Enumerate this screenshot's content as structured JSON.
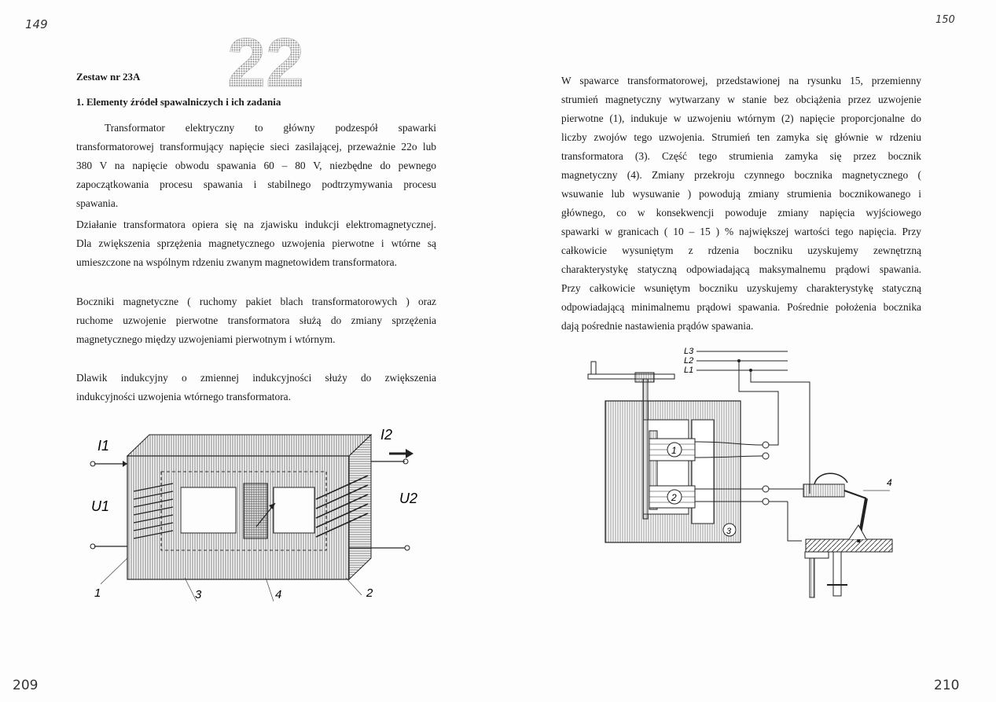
{
  "page_marks": {
    "left_top": "149",
    "right_top": "150",
    "left_bottom": "209",
    "right_bottom": "210"
  },
  "stamp_number": "22",
  "left_page": {
    "set_title": "Zestaw nr 23A",
    "section_heading": "1. Elementy źródeł spawalniczych i ich zadania",
    "paragraph1": [
      "Transformator elektryczny to główny podzespół spawarki",
      "transformatorowej transformujący napięcie sieci zasilającej, przeważnie 22o lub",
      "380 V na napięcie obwodu spawania 60 – 80 V, niezbędne do pewnego",
      "zapoczątkowania procesu spawania i stabilnego podtrzymywania procesu",
      "spawania."
    ],
    "paragraph2": [
      "Działanie transformatora opiera się na zjawisku indukcji elektromagnetycznej.",
      "Dla zwiększenia sprzężenia magnetycznego uzwojenia pierwotne i wtórne są",
      "umieszczone na wspólnym rdzeniu zwanym magnetowidem transformatora."
    ],
    "paragraph3": [
      "Boczniki magnetyczne ( ruchomy pakiet blach transformatorowych ) oraz",
      "ruchome uzwojenie pierwotne transformatora służą do zmiany sprzężenia",
      "magnetycznego między uzwojeniami pierwotnym i wtórnym."
    ],
    "paragraph4": [
      "Dlawik indukcyjny o zmiennej indukcyjności służy do zwiększenia",
      "indukcyjności uzwojenia wtórnego transformatora."
    ],
    "figure_labels": {
      "i1": "I1",
      "i2": "I2",
      "u1": "U1",
      "u2": "U2",
      "n1": "1",
      "n2": "2",
      "n3": "3",
      "n4": "4"
    }
  },
  "right_page": {
    "paragraph": [
      "W spawarce transformatorowej, przedstawionej na rysunku 15, przemienny",
      "strumień magnetyczny wytwarzany w stanie bez obciążenia przez uzwojenie",
      "pierwotne (1), indukuje w uzwojeniu wtórnym (2) napięcie proporcjonalne do",
      "liczby zwojów tego uzwojenia. Strumień ten zamyka się głównie w rdzeniu",
      "transformatora (3). Część tego strumienia zamyka się przez bocznik",
      "magnetyczny (4). Zmiany przekroju czynnego bocznika magnetycznego (",
      "wsuwanie lub wysuwanie ) powodują zmiany strumienia bocznikowanego i",
      "głównego, co w konsekwencji powoduje zmiany napięcia wyjściowego",
      "spawarki w granicach ( 10 – 15 ) % największej wartości tego napięcia. Przy",
      "całkowicie wysuniętym z rdzenia boczniku uzyskujemy zewnętrzną",
      "charakterystykę statyczną odpowiadającą maksymalnemu prądowi spawania.",
      "Przy całkowicie wsuniętym boczniku uzyskujemy charakterystykę statyczną",
      "odpowiadającą minimalnemu prądowi spawania. Pośrednie położenia bocznika",
      "dają pośrednie nastawienia prądów spawania."
    ],
    "figure_labels": {
      "l3": "L3",
      "l2": "L2",
      "l1": "L1",
      "c1": "1",
      "c2": "2",
      "c3": "3",
      "n4": "4"
    }
  }
}
